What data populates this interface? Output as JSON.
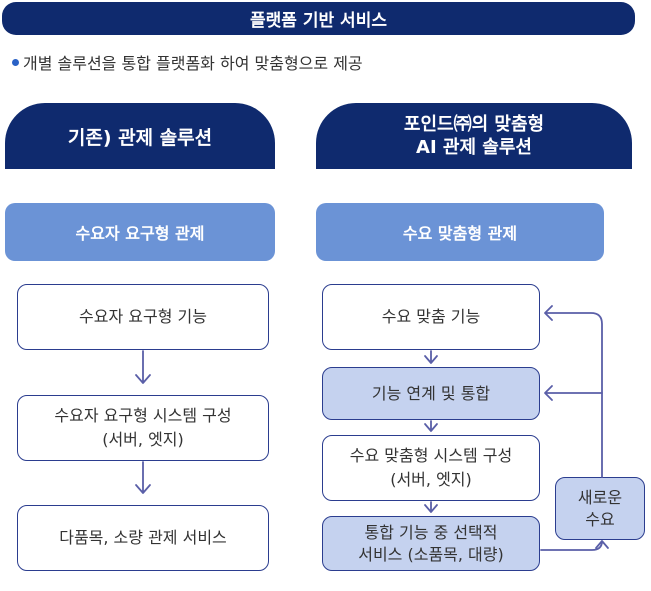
{
  "title": "플랫폼 기반 서비스",
  "subtitle": "개별 솔루션을 통합 플랫폼화 하여 맞춤형으로 제공",
  "left": {
    "header": "기존) 관제 솔루션",
    "category": "수요자 요구형 관제",
    "steps": [
      {
        "line1": "수요자 요구형 기능",
        "line2": ""
      },
      {
        "line1": "수요자 요구형 시스템 구성",
        "line2": "(서버, 엣지)"
      },
      {
        "line1": "다품목, 소량 관제 서비스",
        "line2": ""
      }
    ]
  },
  "right": {
    "header_line1": "포인드㈜의 맞춤형",
    "header_line2": "AI 관제 솔루션",
    "category": "수요 맞춤형 관제",
    "steps": [
      {
        "line1": "수요 맞춤 기능",
        "line2": ""
      },
      {
        "line1": "기능 연계 및 통합",
        "line2": ""
      },
      {
        "line1": "수요 맞춤형 시스템 구성",
        "line2": "(서버, 엣지)"
      },
      {
        "line1": "통합 기능 중 선택적",
        "line2": "서비스 (소품목, 대량)"
      }
    ],
    "feedback": {
      "line1": "새로운",
      "line2": "수요"
    }
  },
  "colors": {
    "navy": "#0f2a6e",
    "category_blue": "#6b93d6",
    "shaded_box": "#c5d2ef",
    "arrow": "#5a5fa8"
  }
}
